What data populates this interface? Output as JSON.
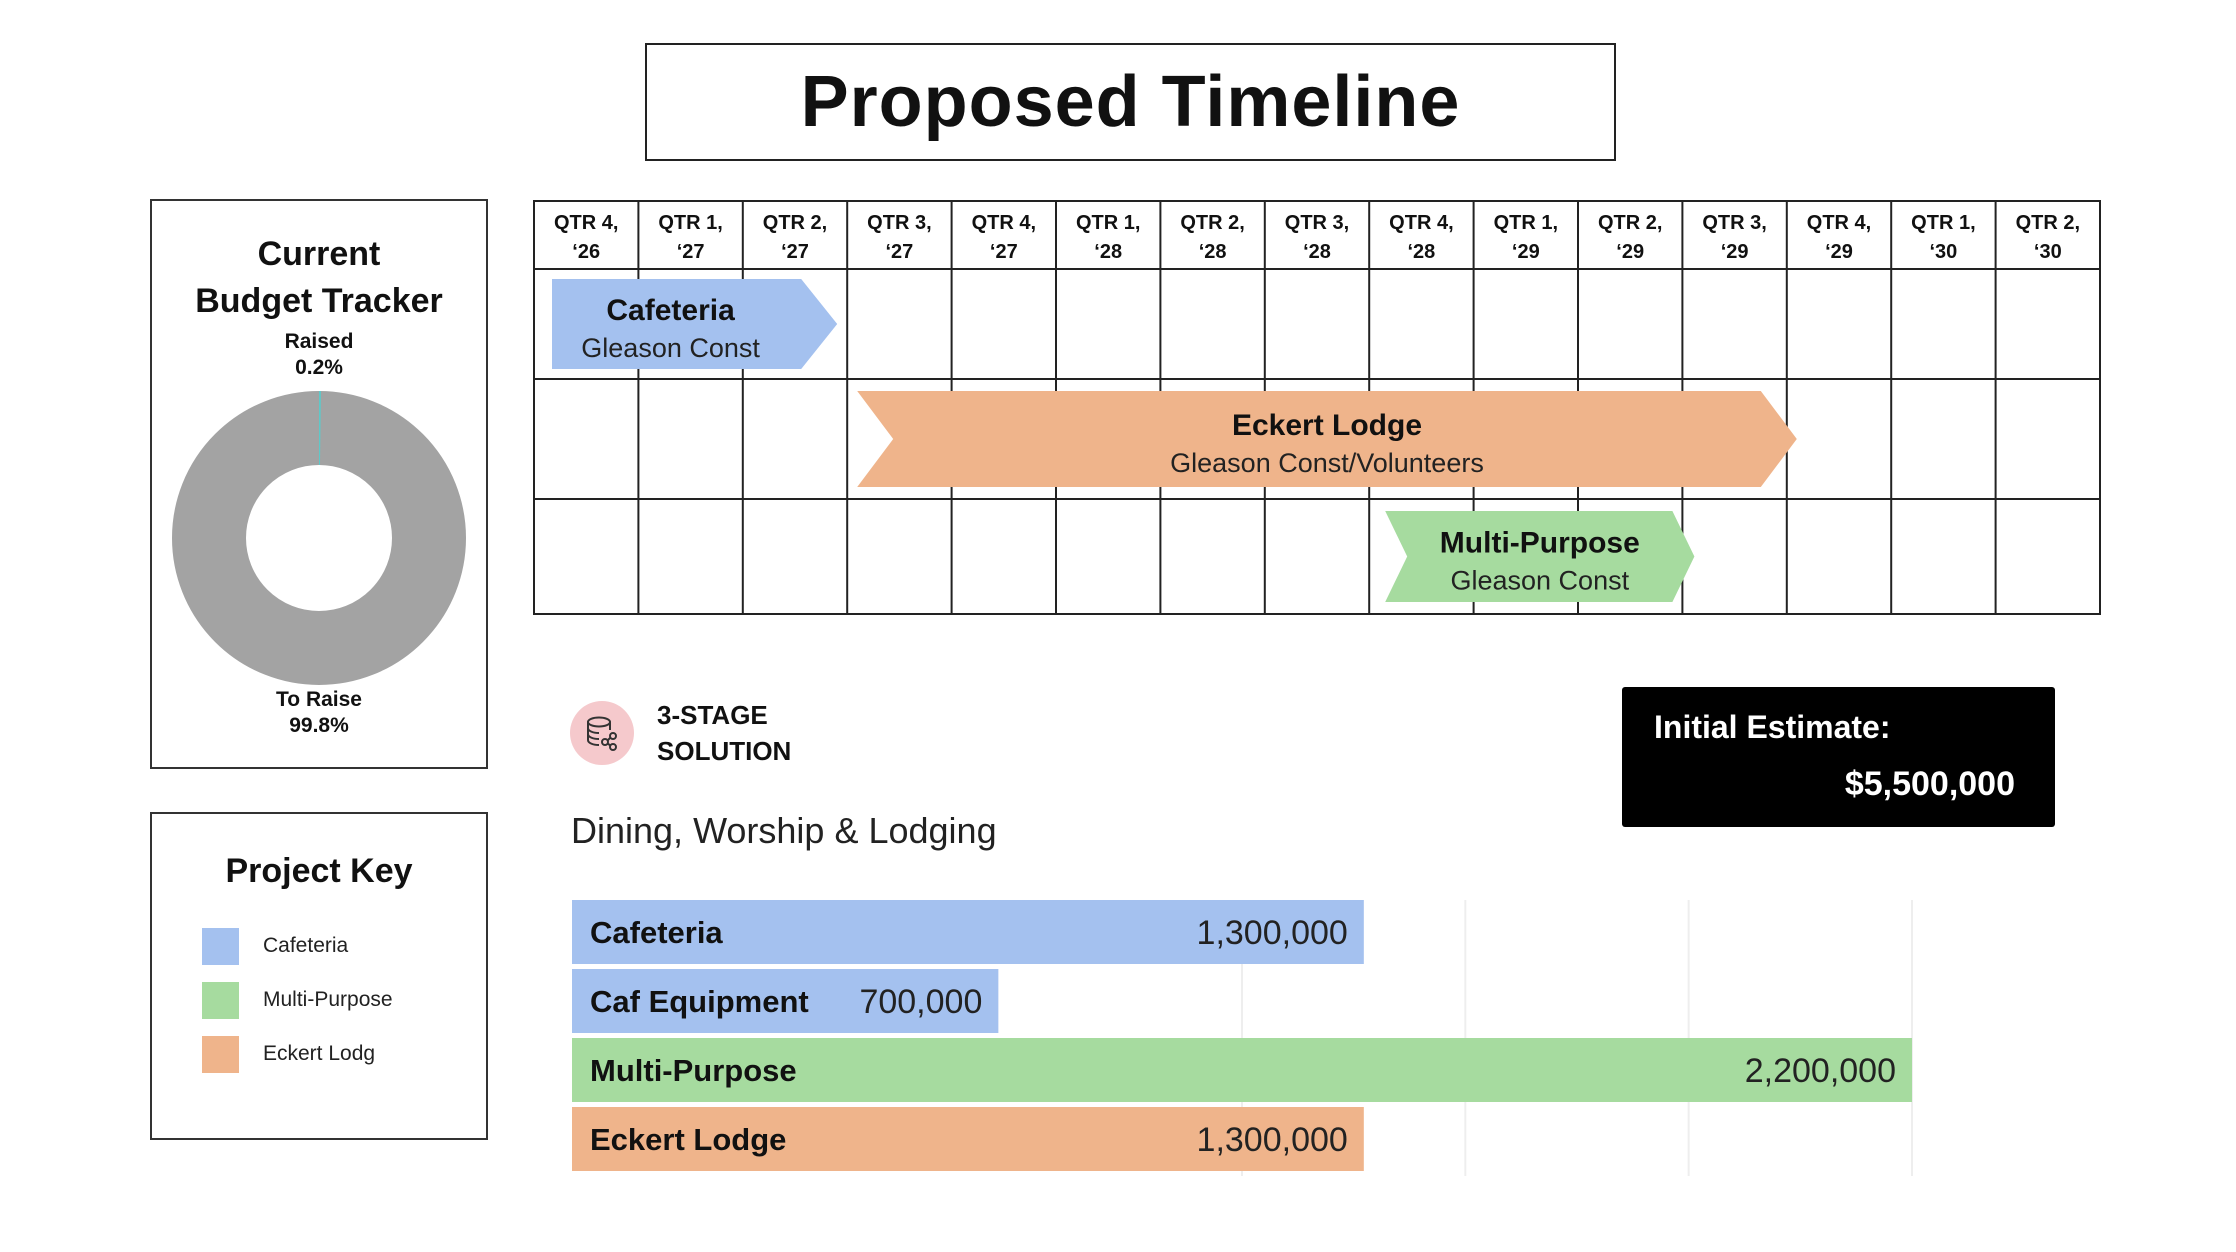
{
  "title": "Proposed Timeline",
  "budget_tracker": {
    "title_line1": "Current",
    "title_line2": "Budget Tracker",
    "raised_label": "Raised",
    "raised_pct": "0.2%",
    "to_raise_label": "To Raise",
    "to_raise_pct": "99.8%",
    "raised_value": 0.2,
    "to_raise_value": 99.8,
    "colors": {
      "raised": "#5fc8c8",
      "to_raise": "#a3a3a3"
    }
  },
  "project_key": {
    "title": "Project Key",
    "items": [
      {
        "label": "Cafeteria",
        "color": "#a4c1ef"
      },
      {
        "label": "Multi-Purpose",
        "color": "#a6db9f"
      },
      {
        "label": "Eckert Lodg",
        "color": "#efb48b"
      }
    ]
  },
  "timeline": {
    "quarters": [
      [
        "QTR 4,",
        "‘26"
      ],
      [
        "QTR 1,",
        "‘27"
      ],
      [
        "QTR 2,",
        "‘27"
      ],
      [
        "QTR 3,",
        "‘27"
      ],
      [
        "QTR 4,",
        "‘27"
      ],
      [
        "QTR 1,",
        "‘28"
      ],
      [
        "QTR 2,",
        "‘28"
      ],
      [
        "QTR 3,",
        "‘28"
      ],
      [
        "QTR 4,",
        "‘28"
      ],
      [
        "QTR 1,",
        "‘29"
      ],
      [
        "QTR 2,",
        "‘29"
      ],
      [
        "QTR 3,",
        "‘29"
      ],
      [
        "QTR 4,",
        "‘29"
      ],
      [
        "QTR 1,",
        "‘30"
      ],
      [
        "QTR 2,",
        "‘30"
      ]
    ],
    "tasks": [
      {
        "name": "Cafeteria",
        "contractor": "Gleason Const",
        "start_quarter": "QTR 4, '26",
        "end_quarter": "QTR 2, '27",
        "color": "#a4c1ef"
      },
      {
        "name": "Eckert Lodge",
        "contractor": "Gleason Const/Volunteers",
        "start_quarter": "QTR 3, '27",
        "end_quarter": "QTR 3, '29",
        "color": "#efb48b"
      },
      {
        "name": "Multi-Purpose",
        "contractor": "Gleason Const",
        "start_quarter": "QTR 4, '28",
        "end_quarter": "QTR 2, '29",
        "color": "#a6db9f"
      }
    ]
  },
  "stage": {
    "line1": "3-STAGE",
    "line2": "SOLUTION",
    "icon": "database-share-icon"
  },
  "subtitle": "Dining, Worship & Lodging",
  "estimate": {
    "label": "Initial Estimate:",
    "value": "$5,500,000"
  },
  "chart_data": {
    "type": "bar",
    "orientation": "horizontal",
    "categories": [
      "Cafeteria",
      "Caf Equipment",
      "Multi-Purpose",
      "Eckert Lodge"
    ],
    "values": [
      1300000,
      700000,
      2200000,
      1300000
    ],
    "value_labels": [
      "1,300,000",
      "700,000",
      "2,200,000",
      "1,300,000"
    ],
    "colors": [
      "#a4c1ef",
      "#a4c1ef",
      "#a6db9f",
      "#efb48b"
    ],
    "xlim": [
      0,
      2200000
    ]
  }
}
